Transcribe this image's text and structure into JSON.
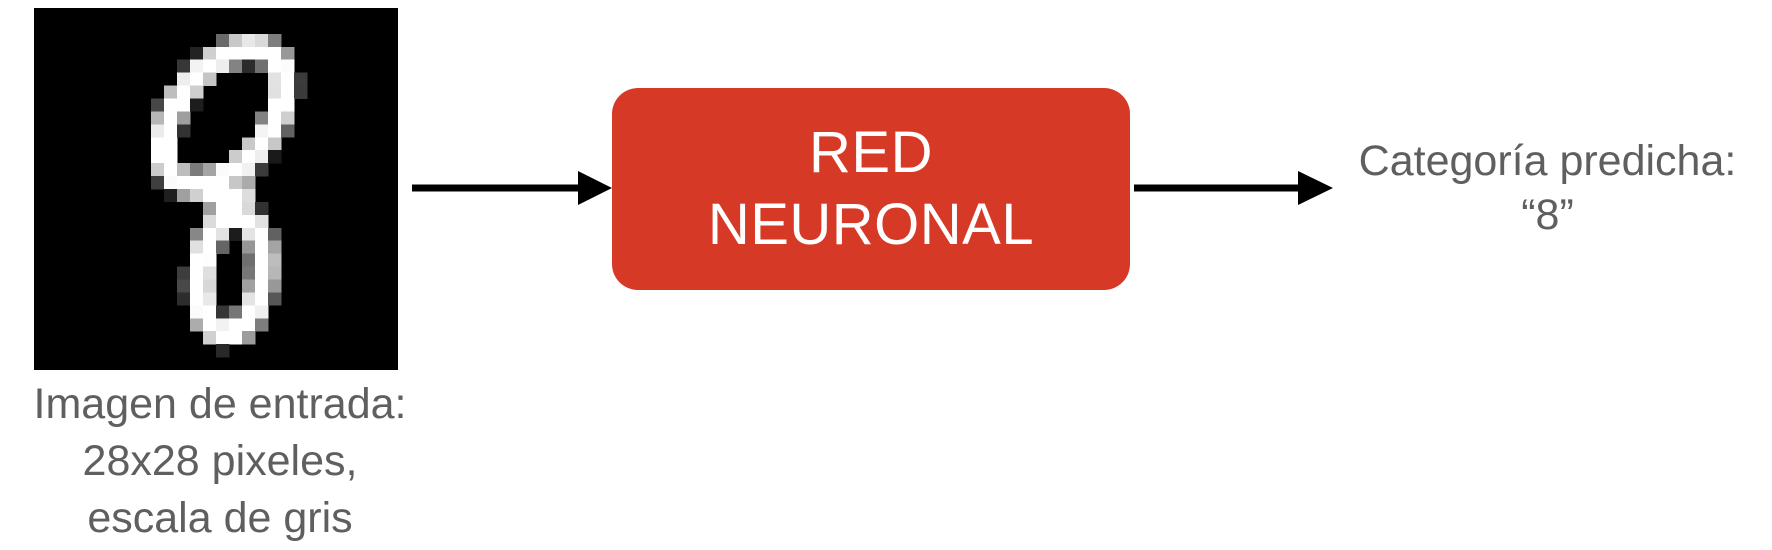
{
  "input": {
    "caption_lines": [
      "Imagen de entrada:",
      "28x28 pixeles,",
      "escala de gris"
    ],
    "image_icon": "handwritten-digit-8-image"
  },
  "network": {
    "label_lines": [
      "RED",
      "NEURONAL"
    ],
    "color": "#d63a27"
  },
  "output": {
    "caption_lines": [
      "Categoría predicha:",
      "“8”"
    ]
  },
  "colors": {
    "caption_text": "#5f5f5f",
    "arrow": "#000000",
    "image_background": "#000000"
  }
}
